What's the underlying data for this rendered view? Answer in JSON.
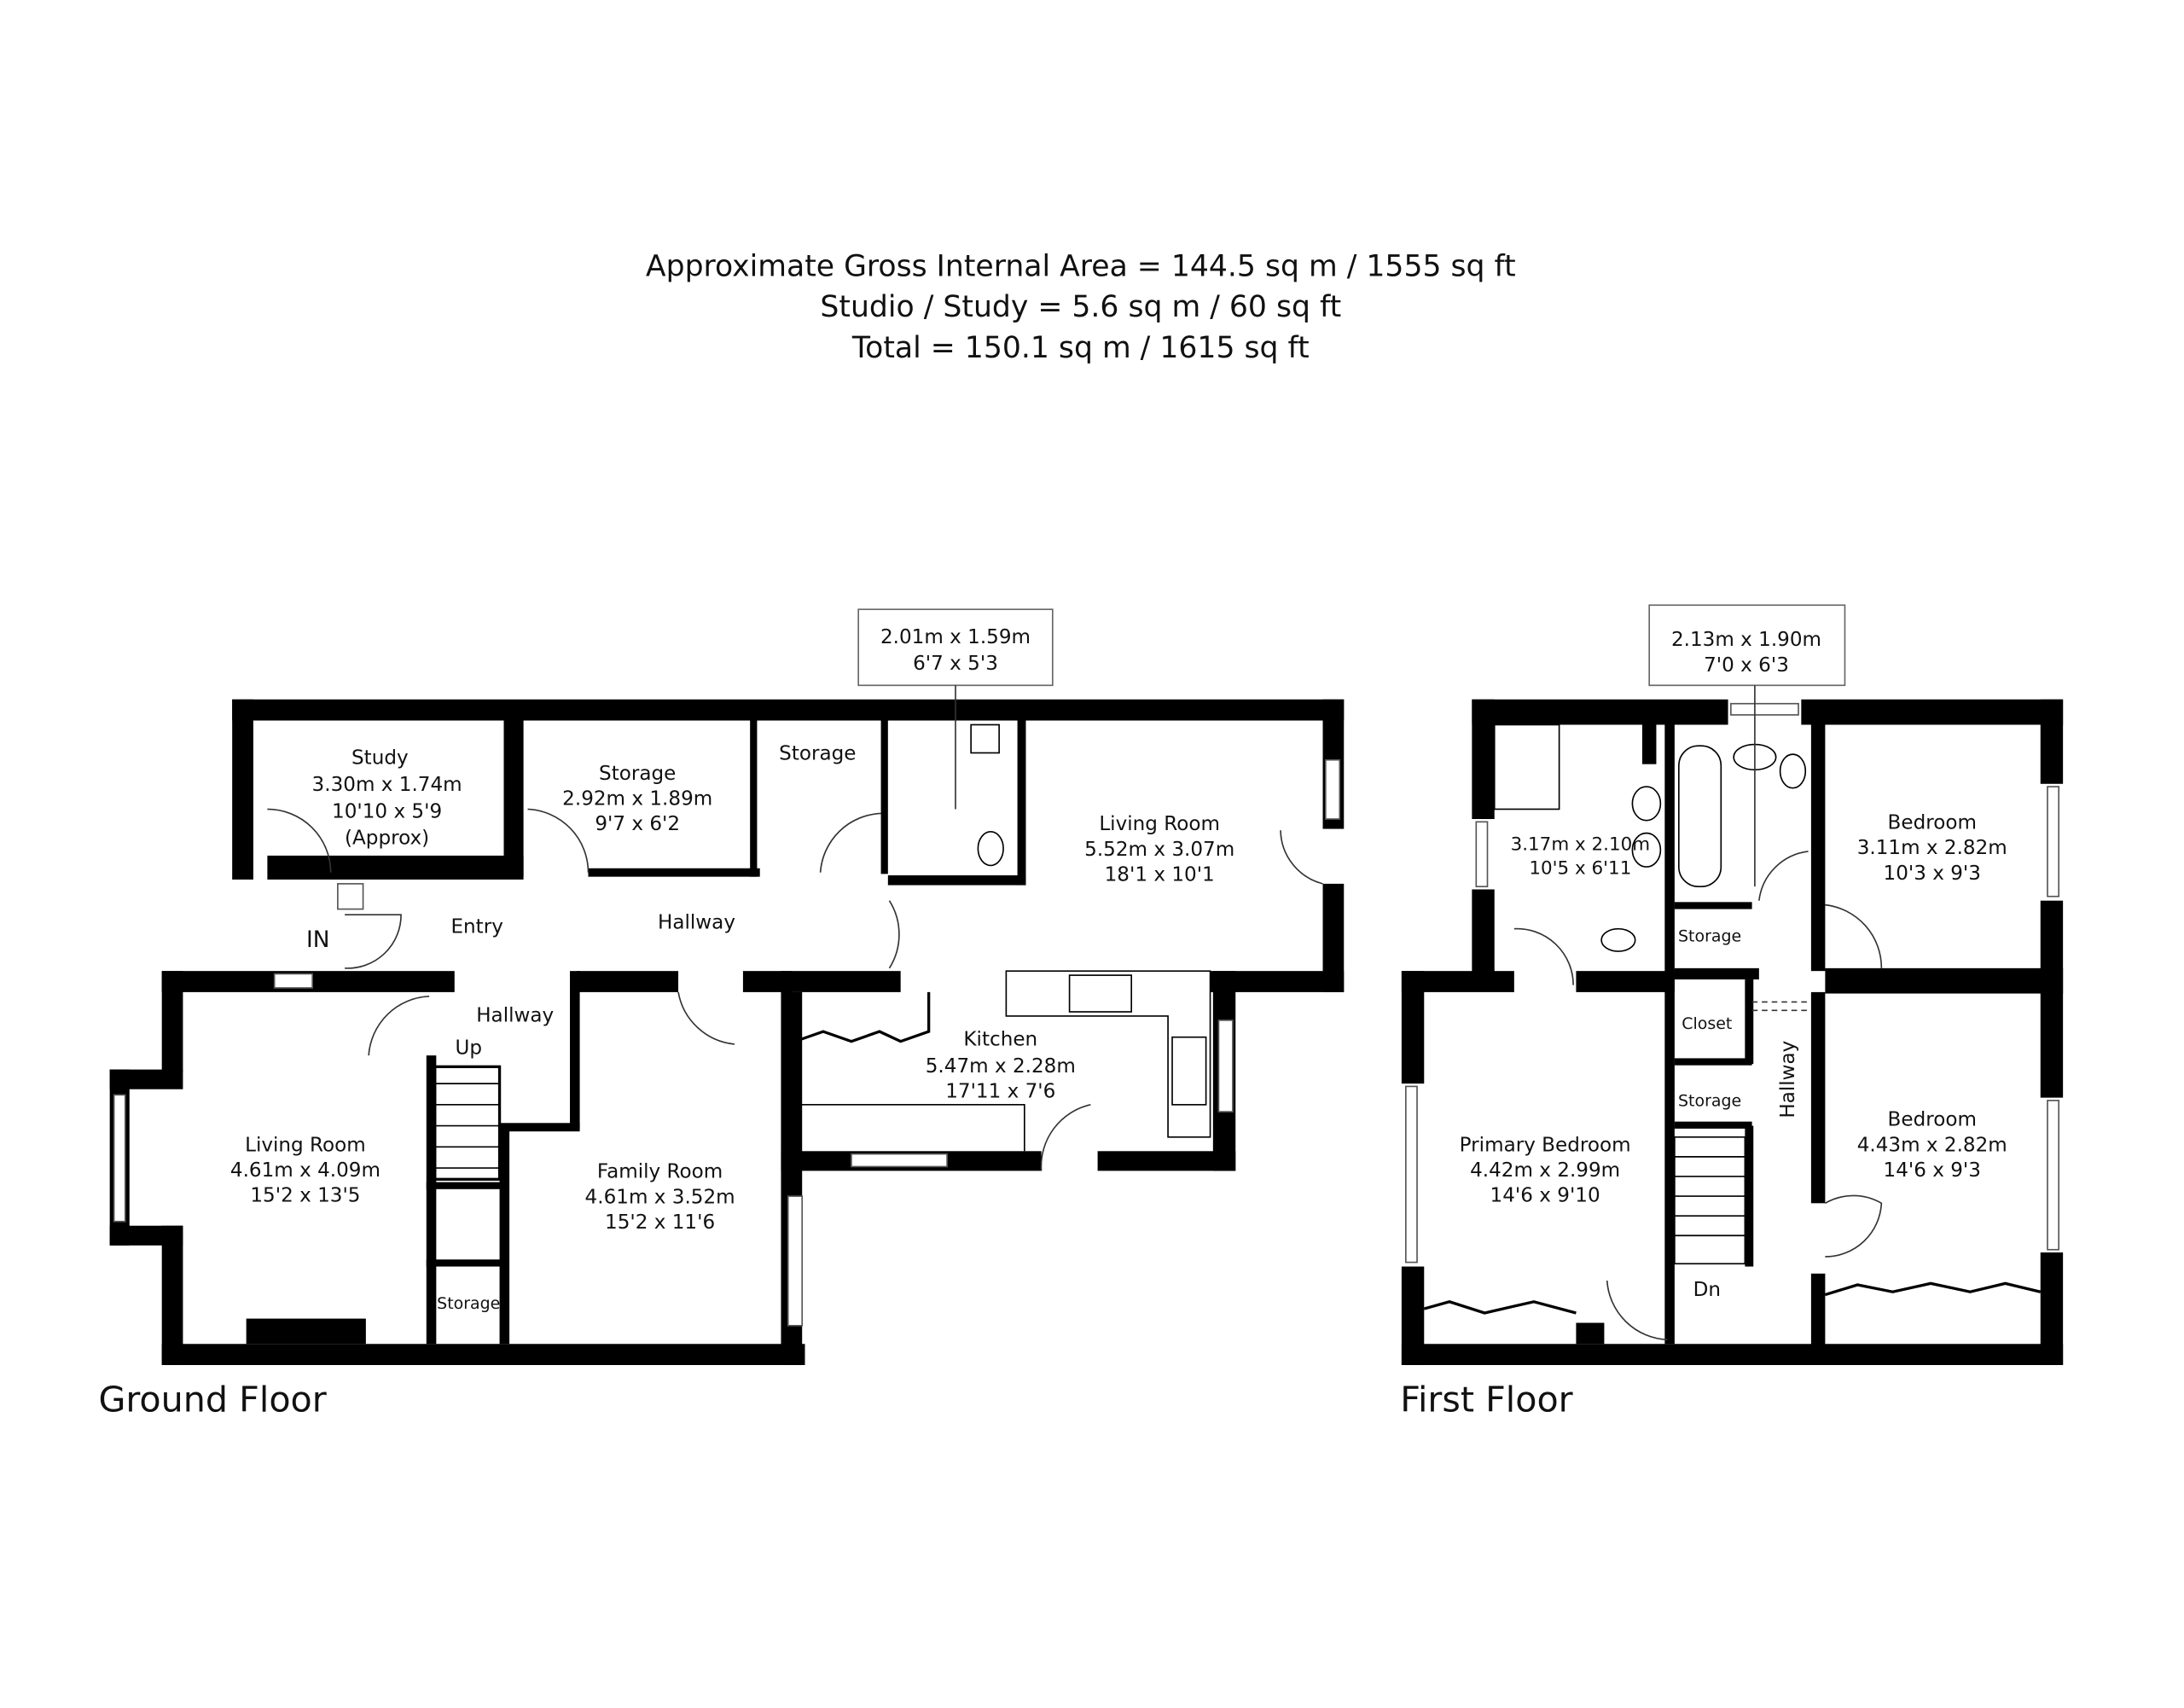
{
  "header": {
    "gross_area": "Approximate Gross Internal Area = 144.5 sq m / 1555 sq ft",
    "studio": "Studio / Study = 5.6 sq m / 60 sq ft",
    "total": "Total = 150.1 sq m / 1615 sq ft"
  },
  "ground_floor": {
    "title": "Ground Floor",
    "entry_marker": "IN",
    "rooms": {
      "study": {
        "name": "Study",
        "metric": "3.30m x 1.74m",
        "imperial": "10'10 x 5'9",
        "note": "(Approx)"
      },
      "storage_large": {
        "name": "Storage",
        "metric": "2.92m x 1.89m",
        "imperial": "9'7 x 6'2"
      },
      "storage_small": {
        "name": "Storage"
      },
      "wc": {
        "metric": "2.01m x 1.59m",
        "imperial": "6'7 x 5'3"
      },
      "living_room_rear": {
        "name": "Living Room",
        "metric": "5.52m x 3.07m",
        "imperial": "18'1 x 10'1"
      },
      "entry": {
        "name": "Entry"
      },
      "hallway": {
        "name": "Hallway"
      },
      "hallway_lower": {
        "name": "Hallway"
      },
      "stairs": {
        "name": "Up"
      },
      "kitchen": {
        "name": "Kitchen",
        "metric": "5.47m x 2.28m",
        "imperial": "17'11 x 7'6"
      },
      "living_room_front": {
        "name": "Living Room",
        "metric": "4.61m x 4.09m",
        "imperial": "15'2 x 13'5"
      },
      "family_room": {
        "name": "Family Room",
        "metric": "4.61m x 3.52m",
        "imperial": "15'2 x 11'6"
      },
      "storage_under_stairs": {
        "name": "Storage"
      }
    }
  },
  "first_floor": {
    "title": "First Floor",
    "rooms": {
      "bathroom_main": {
        "metric": "2.13m x 1.90m",
        "imperial": "7'0 x 6'3"
      },
      "ensuite": {
        "metric": "3.17m x 2.10m",
        "imperial": "10'5 x 6'11"
      },
      "bedroom_rear": {
        "name": "Bedroom",
        "metric": "3.11m x 2.82m",
        "imperial": "10'3 x 9'3"
      },
      "storage_upper": {
        "name": "Storage"
      },
      "closet": {
        "name": "Closet"
      },
      "storage_lower": {
        "name": "Storage"
      },
      "hallway": {
        "name": "Hallway"
      },
      "primary_bedroom": {
        "name": "Primary Bedroom",
        "metric": "4.42m x 2.99m",
        "imperial": "14'6 x 9'10"
      },
      "bedroom_front": {
        "name": "Bedroom",
        "metric": "4.43m x 2.82m",
        "imperial": "14'6 x 9'3"
      },
      "stairs": {
        "name": "Dn"
      }
    }
  }
}
